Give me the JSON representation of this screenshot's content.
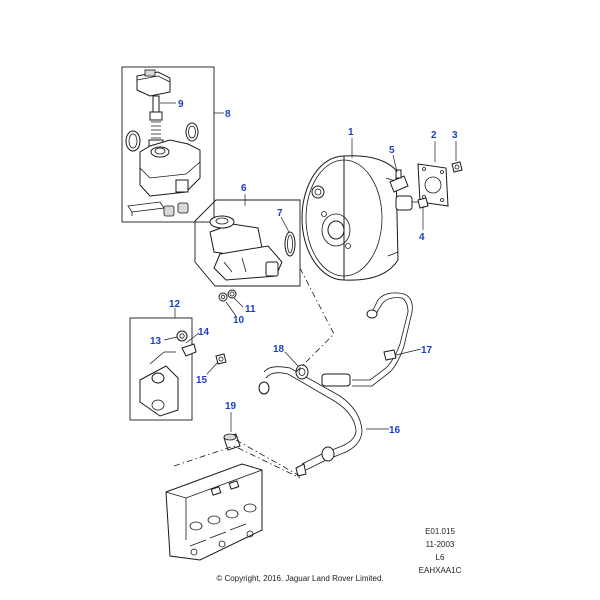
{
  "callouts": {
    "c1": "1",
    "c2": "2",
    "c3": "3",
    "c4": "4",
    "c5": "5",
    "c6": "6",
    "c7": "7",
    "c8": "8",
    "c9": "9",
    "c10": "10",
    "c11": "11",
    "c12": "12",
    "c13": "13",
    "c14": "14",
    "c15": "15",
    "c16": "16",
    "c17": "17",
    "c18": "18",
    "c19": "19"
  },
  "meta": {
    "ref": "E01.015",
    "date": "11-2003",
    "level": "L6",
    "code": "EAHXAA1C"
  },
  "copyright": "© Copyright, 2016. Jaguar Land Rover Limited.",
  "colors": {
    "callout": "#1a3fc4",
    "line": "#1a1a1a"
  }
}
